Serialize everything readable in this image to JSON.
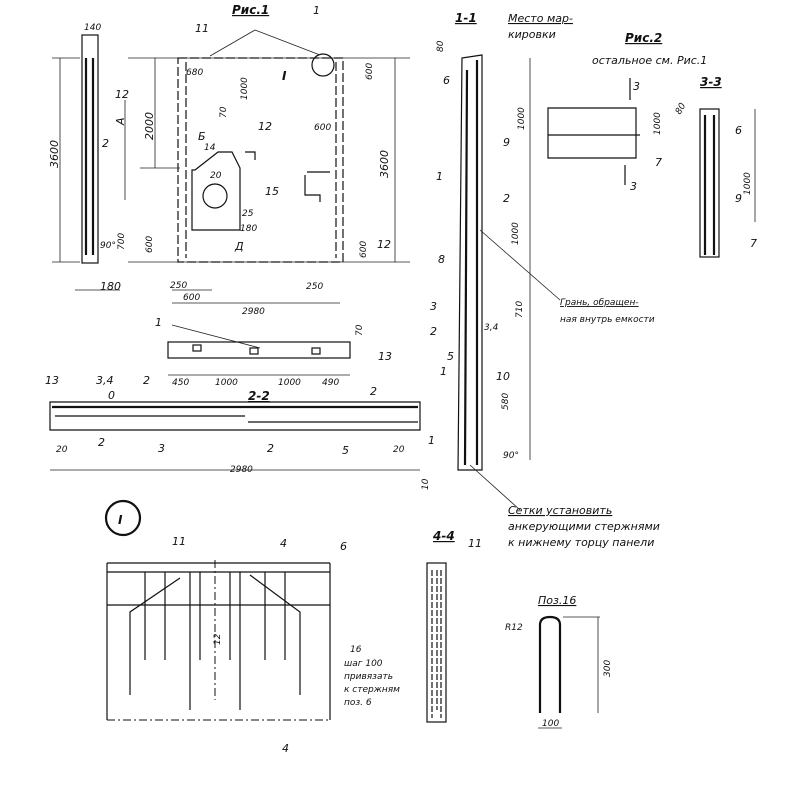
{
  "fig1": {
    "title": "Рис.1",
    "edge": [
      "140",
      "12",
      "А",
      "2",
      "3600",
      "700",
      "90°",
      "180"
    ],
    "panel": [
      "11",
      "1",
      "I",
      "680",
      "1000",
      "600",
      "2000",
      "70",
      "12",
      "600",
      "Б",
      "14",
      "20",
      "15",
      "25",
      "180",
      "Д",
      "600",
      "3600",
      "600",
      "12",
      "250",
      "600",
      "2980",
      "250"
    ],
    "strip": [
      "1",
      "70",
      "450",
      "1000",
      "1000",
      "490"
    ],
    "section22": {
      "title": "2-2",
      "labels": [
        "13",
        "3,4",
        "2",
        "0",
        "2",
        "3",
        "2",
        "5",
        "20",
        "20",
        "2980",
        "13",
        "2",
        "10"
      ]
    }
  },
  "section11": {
    "title": "1-1",
    "marking_note": [
      "Место мар-",
      "кировки"
    ],
    "labels": [
      "80",
      "6",
      "9",
      "1",
      "2",
      "1000",
      "1000",
      "8",
      "3",
      "3,4",
      "710",
      "2",
      "5",
      "1",
      "10",
      "580",
      "1",
      "90°"
    ],
    "face_note": [
      "Грань, обращен-",
      "ная внутрь емкости"
    ],
    "mesh_note": [
      "Сетки установить",
      "анкерующими стержнями",
      "к нижнему торцу панели"
    ]
  },
  "fig2": {
    "title": "Рис.2",
    "subtitle": "остальное см. Рис.1",
    "plan": [
      "3",
      "3",
      "1000",
      "7"
    ],
    "section33": {
      "title": "3-3",
      "labels": [
        "80",
        "6",
        "1000",
        "9",
        "7"
      ]
    }
  },
  "detailI": {
    "marker": "I",
    "labels": [
      "11",
      "4",
      "6",
      "12",
      "4"
    ],
    "note": [
      "16",
      "шаг 100",
      "привязать",
      "к стержням",
      "поз. 6"
    ]
  },
  "section44": {
    "title": "4-4",
    "labels": [
      "11"
    ]
  },
  "pos16": {
    "title": "Поз.16",
    "labels": [
      "R12",
      "300",
      "100"
    ]
  }
}
